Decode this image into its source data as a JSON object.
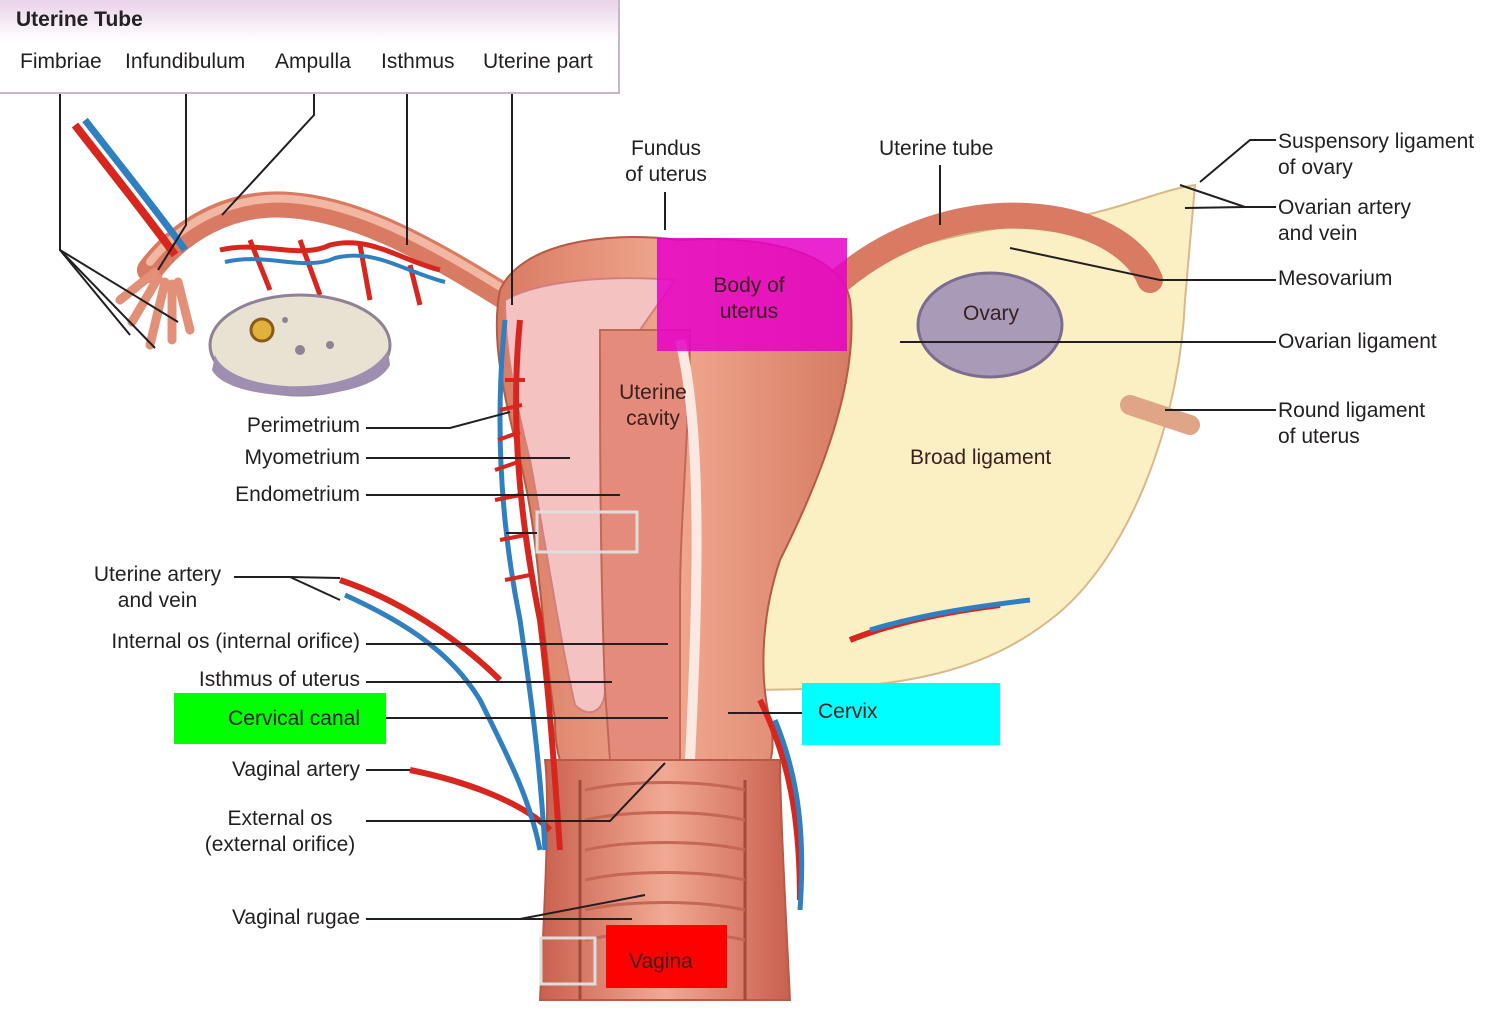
{
  "header": {
    "title": "Uterine Tube"
  },
  "tube_labels": {
    "fimbriae": "Fimbriae",
    "infundibulum": "Infundibulum",
    "ampulla": "Ampulla",
    "isthmus": "Isthmus",
    "uterine_part": "Uterine part"
  },
  "left_labels": {
    "perimetrium": "Perimetrium",
    "myometrium": "Myometrium",
    "endometrium": "Endometrium",
    "uterine_artery_1": "Uterine artery",
    "uterine_artery_2": "and vein",
    "internal_os": "Internal os (internal orifice)",
    "isthmus_of_uterus": "Isthmus of uterus",
    "cervical_canal": "Cervical canal",
    "vaginal_artery": "Vaginal artery",
    "external_os_1": "External os",
    "external_os_2": "(external orifice)",
    "vaginal_rugae": "Vaginal rugae"
  },
  "top_labels": {
    "fundus_1": "Fundus",
    "fundus_2": "of uterus",
    "uterine_tube": "Uterine tube"
  },
  "right_labels": {
    "suspensory_1": "Suspensory ligament",
    "suspensory_2": "of ovary",
    "ovarian_artery_1": "Ovarian artery",
    "ovarian_artery_2": "and vein",
    "mesovarium": "Mesovarium",
    "ovarian_ligament": "Ovarian ligament",
    "round_ligament_1": "Round ligament",
    "round_ligament_2": "of uterus"
  },
  "inner_labels": {
    "body_1": "Body of",
    "body_2": "uterus",
    "ovary": "Ovary",
    "uterine_cavity_1": "Uterine",
    "uterine_cavity_2": "cavity",
    "broad_ligament": "Broad ligament",
    "cervix": "Cervix",
    "vagina": "Vagina"
  },
  "colors": {
    "body_highlight": "#e600c8",
    "cervical_canal_highlight": "#00ff00",
    "cervix_highlight": "#00ffff",
    "vagina_highlight": "#ff0000",
    "tissue": "#e89a82",
    "artery": "#d7261e",
    "vein": "#2f7fc1",
    "ligament": "#fbefc4",
    "ovary": "#a99ab8"
  }
}
